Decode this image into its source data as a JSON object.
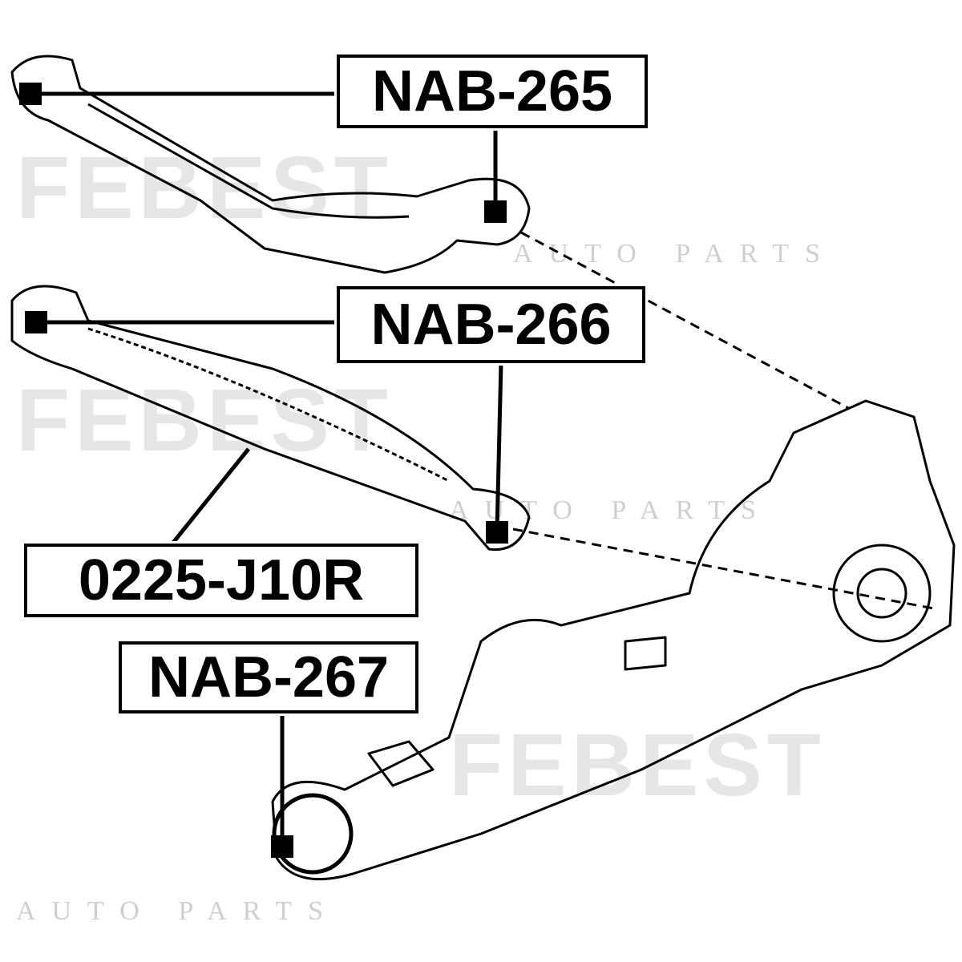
{
  "watermark": {
    "brand": "FEBEST",
    "sub": "AUTO PARTS"
  },
  "labels": {
    "upper_arm_bushing": "NAB-265",
    "lower_arm_bushing": "NAB-266",
    "lower_arm": "0225-J10R",
    "knuckle_bushing": "NAB-267"
  }
}
